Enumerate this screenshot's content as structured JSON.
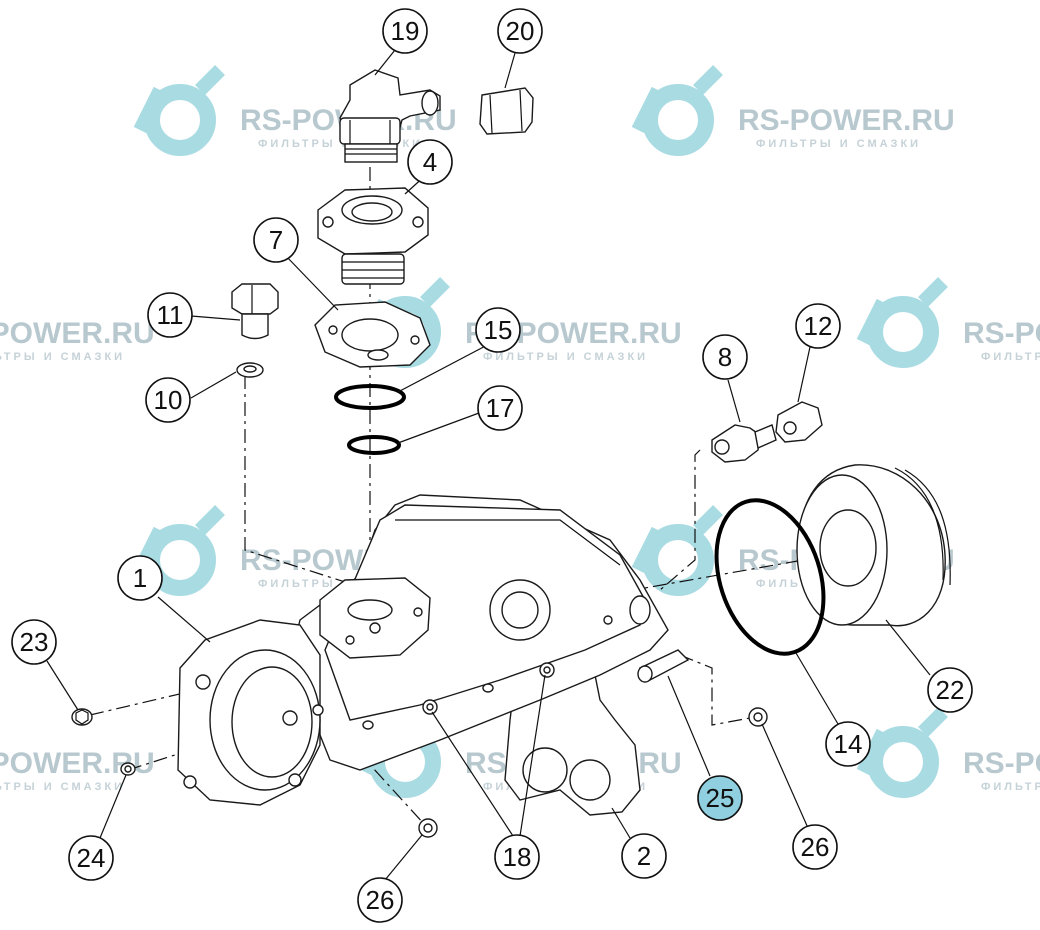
{
  "watermark": {
    "brand": "RS-POWER.RU",
    "tagline": "ФИЛЬТРЫ И СМАЗКИ",
    "logo_color": "#a9dbe3",
    "text_color": "#b8c8cf"
  },
  "diagram": {
    "highlight_color": "#8fcfdf",
    "callouts": [
      {
        "id": "c19",
        "label": "19",
        "highlight": false
      },
      {
        "id": "c20",
        "label": "20",
        "highlight": false
      },
      {
        "id": "c4",
        "label": "4",
        "highlight": false
      },
      {
        "id": "c7",
        "label": "7",
        "highlight": false
      },
      {
        "id": "c11",
        "label": "11",
        "highlight": false
      },
      {
        "id": "c15",
        "label": "15",
        "highlight": false
      },
      {
        "id": "c10",
        "label": "10",
        "highlight": false
      },
      {
        "id": "c17",
        "label": "17",
        "highlight": false
      },
      {
        "id": "c8",
        "label": "8",
        "highlight": false
      },
      {
        "id": "c12",
        "label": "12",
        "highlight": false
      },
      {
        "id": "c1",
        "label": "1",
        "highlight": false
      },
      {
        "id": "c23",
        "label": "23",
        "highlight": false
      },
      {
        "id": "c22",
        "label": "22",
        "highlight": false
      },
      {
        "id": "c14",
        "label": "14",
        "highlight": false
      },
      {
        "id": "c25",
        "label": "25",
        "highlight": true
      },
      {
        "id": "c24",
        "label": "24",
        "highlight": false
      },
      {
        "id": "c18",
        "label": "18",
        "highlight": false
      },
      {
        "id": "c2",
        "label": "2",
        "highlight": false
      },
      {
        "id": "c26a",
        "label": "26",
        "highlight": false
      },
      {
        "id": "c26b",
        "label": "26",
        "highlight": false
      }
    ]
  }
}
